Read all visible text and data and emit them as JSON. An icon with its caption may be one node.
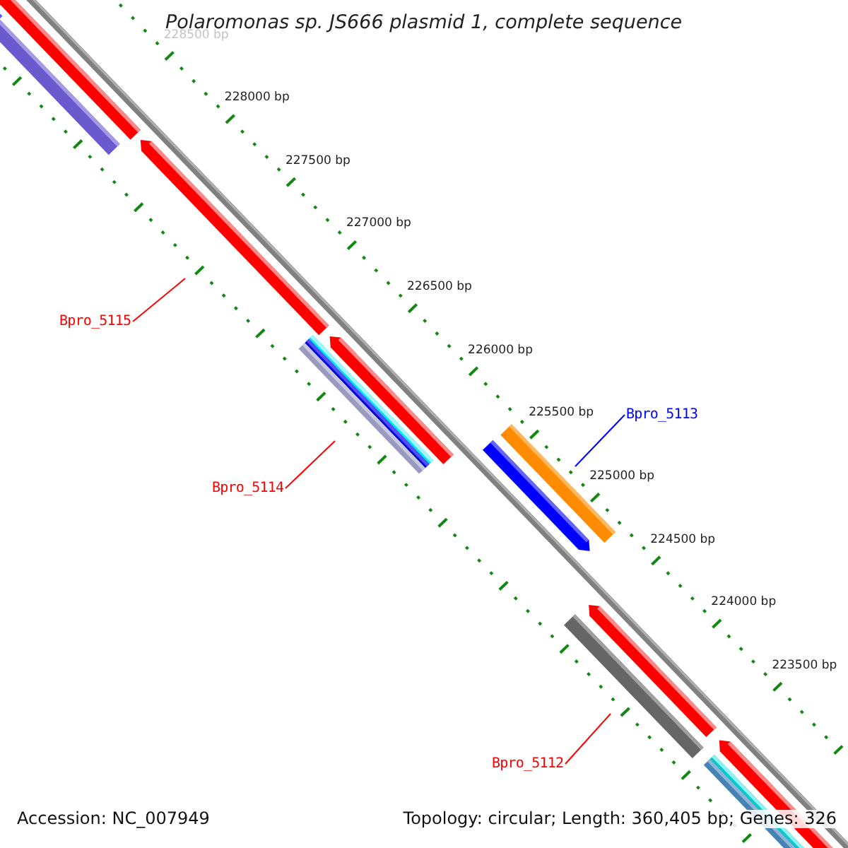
{
  "diagram": {
    "title": "Polaromonas sp. JS666 plasmid 1, complete sequence",
    "nodes": [
      {
        "text": [
          "Bpro_5115"
        ]
      },
      {
        "text": [
          "Bpro_5114"
        ]
      },
      {
        "text": [
          "Bpro_5113"
        ]
      },
      {
        "text": [
          "Bpro_5112"
        ]
      }
    ],
    "edges": [
      {
        "from": 0,
        "to": null,
        "arrow": "none"
      },
      {
        "from": 1,
        "to": null,
        "arrow": "none"
      },
      {
        "from": 2,
        "to": null,
        "arrow": "none",
        "color": "#0000ff"
      },
      {
        "from": 3,
        "to": null,
        "arrow": "none"
      }
    ],
    "labels": [
      "228500 bp",
      "228000 bp",
      "227500 bp",
      "227000 bp",
      "226500 bp",
      "226000 bp",
      "225500 bp",
      "225000 bp",
      "224500 bp",
      "224000 bp",
      "223500 bp",
      "Accession: NC_007949",
      "Topology: circular; Length: 360,405 bp; Genes: 326"
    ]
  }
}
